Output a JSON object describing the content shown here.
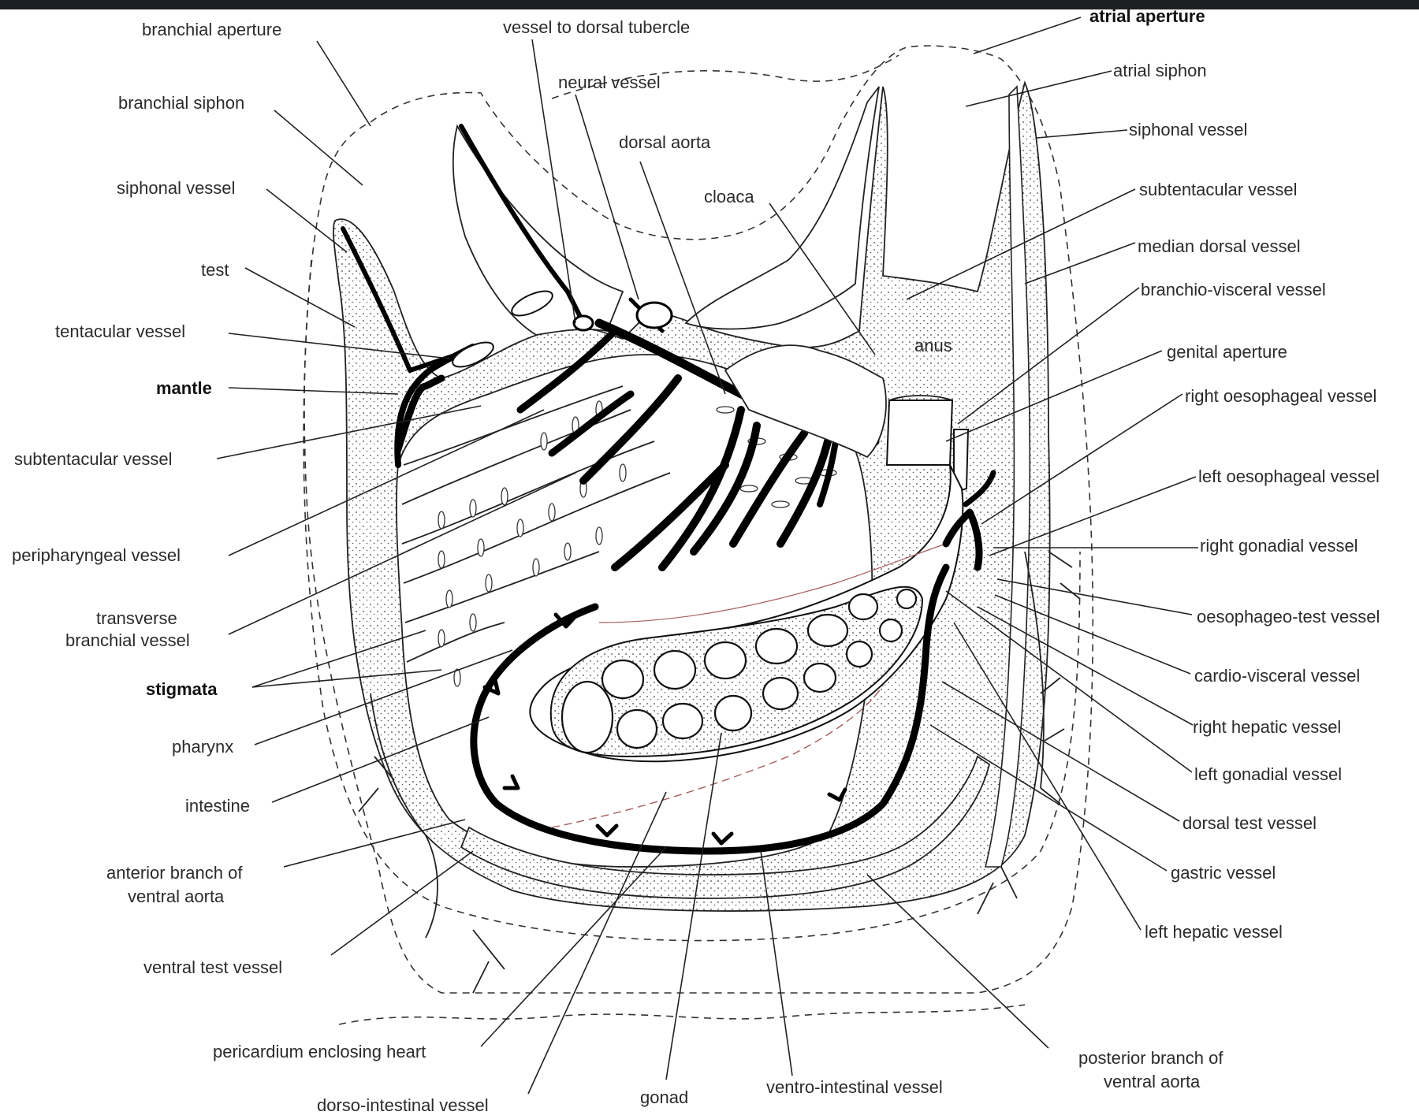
{
  "labels": {
    "branchial_aperture": "branchial aperture",
    "branchial_siphon": "branchial siphon",
    "siphonal_vessel_left": "siphonal vessel",
    "test": "test",
    "tentacular_vessel": "tentacular vessel",
    "mantle": "mantle",
    "subtentacular_vessel_left": "subtentacular vessel",
    "peripharyngeal_vessel": "peripharyngeal vessel",
    "transverse_1": "transverse",
    "transverse_2": "branchial vessel",
    "stigmata": "stigmata",
    "pharynx": "pharynx",
    "intestine": "intestine",
    "anterior_branch_1": "anterior branch of",
    "anterior_branch_2": "ventral aorta",
    "ventral_test_vessel": "ventral test vessel",
    "pericardium": "pericardium enclosing heart",
    "dorso_intestinal": "dorso-intestinal vessel",
    "gonad": "gonad",
    "ventro_intestinal": "ventro-intestinal vessel",
    "posterior_branch_1": "posterior branch of",
    "posterior_branch_2": "ventral aorta",
    "vessel_to_dorsal_tubercle": "vessel to dorsal tubercle",
    "neural_vessel": "neural vessel",
    "dorsal_aorta": "dorsal aorta",
    "cloaca": "cloaca",
    "anus": "anus",
    "atrial_aperture": "atrial aperture",
    "atrial_siphon": "atrial siphon",
    "siphonal_vessel_right": "siphonal vessel",
    "subtentacular_vessel_right": "subtentacular vessel",
    "median_dorsal_vessel": "median dorsal vessel",
    "branchio_visceral": "branchio-visceral vessel",
    "genital_aperture": "genital aperture",
    "right_oesophageal": "right oesophageal vessel",
    "left_oesophageal": "left oesophageal vessel",
    "right_gonadial": "right gonadial vessel",
    "oesophageo_test": "oesophageo-test vessel",
    "cardio_visceral": "cardio-visceral vessel",
    "right_hepatic": "right hepatic vessel",
    "left_gonadial": "left gonadial vessel",
    "dorsal_test": "dorsal test vessel",
    "gastric": "gastric vessel",
    "left_hepatic": "left hepatic vessel"
  }
}
